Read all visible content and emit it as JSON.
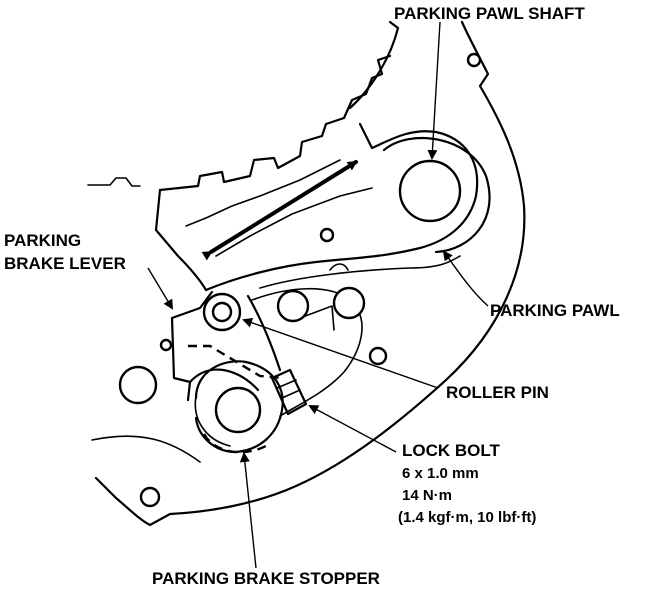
{
  "labels": {
    "parking_pawl_shaft": "PARKING PAWL SHAFT",
    "parking_brake_lever_line1": "PARKING",
    "parking_brake_lever_line2": "BRAKE LEVER",
    "parking_pawl": "PARKING PAWL",
    "roller_pin": "ROLLER PIN",
    "lock_bolt": "LOCK BOLT",
    "lock_bolt_size": "6 x 1.0 mm",
    "lock_bolt_torque_nm": "14 N·m",
    "lock_bolt_torque_alt": "(1.4 kgf·m, 10 lbf·ft)",
    "parking_brake_stopper": "PARKING BRAKE STOPPER"
  },
  "colors": {
    "line": "#000000",
    "background": "#ffffff"
  }
}
